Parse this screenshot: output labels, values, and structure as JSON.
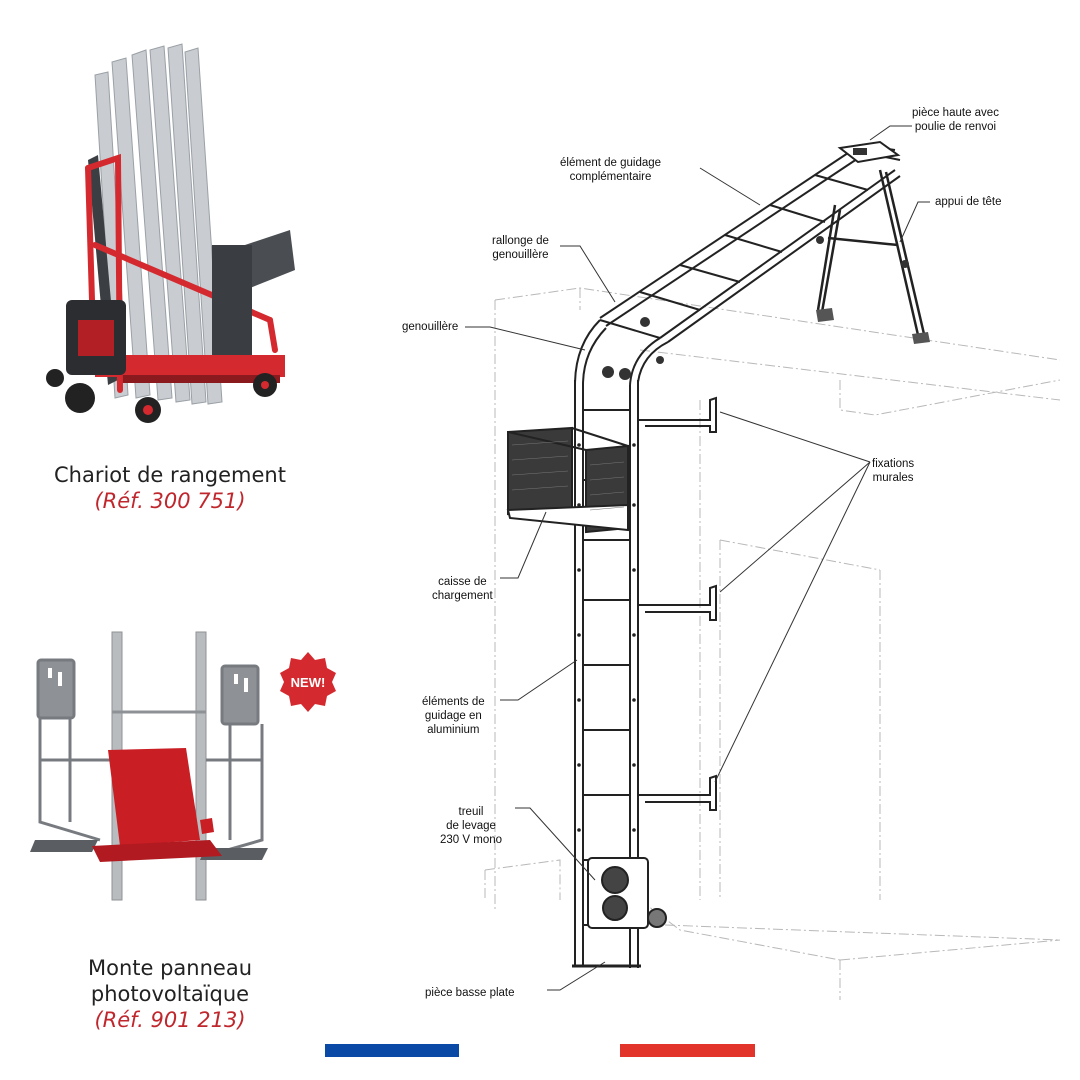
{
  "products": [
    {
      "name": "Chariot de rangement",
      "ref": "(Réf. 300 751)"
    },
    {
      "name_line1": "Monte panneau",
      "name_line2": "photovoltaïque",
      "ref": "(Réf. 901 213)",
      "badge": "NEW!"
    }
  ],
  "diagram": {
    "labels": {
      "piece_haute_1": "pièce haute avec",
      "piece_haute_2": "poulie de renvoi",
      "guidage_compl_1": "élément de guidage",
      "guidage_compl_2": "complémentaire",
      "appui_tete": "appui de tête",
      "rallonge_1": "rallonge de",
      "rallonge_2": "genouillère",
      "genouillere": "genouillère",
      "fixations_1": "fixations",
      "fixations_2": "murales",
      "caisse_1": "caisse de",
      "caisse_2": "chargement",
      "elements_1": "éléments de",
      "elements_2": "guidage en",
      "elements_3": "aluminium",
      "treuil_1": "treuil",
      "treuil_2": "de levage",
      "treuil_3": "230 V mono",
      "piece_basse": "pièce basse plate"
    }
  },
  "colors": {
    "accent_red": "#c0272d",
    "flag_blue": "#0a4aa6",
    "flag_red": "#e2342a"
  }
}
